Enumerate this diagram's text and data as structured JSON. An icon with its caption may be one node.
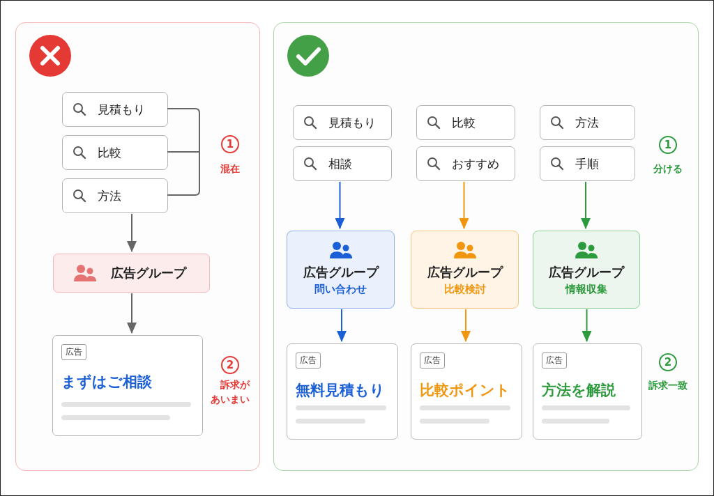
{
  "diagram": {
    "nodes": [
      {
        "text": [],
        "shape": "box"
      },
      {
        "text": [
          "見積もり"
        ],
        "in": 0
      },
      {
        "text": [
          "比較"
        ],
        "in": 0
      },
      {
        "text": [
          "方法"
        ],
        "in": 0
      },
      {
        "text": [
          "広告グループ"
        ],
        "in": 0
      },
      {
        "text": [
          "広告",
          "まずはご相談"
        ],
        "in": 0
      },
      {
        "text": [],
        "shape": "box"
      },
      {
        "text": [
          "見積もり"
        ],
        "in": 6
      },
      {
        "text": [
          "相談"
        ],
        "in": 6
      },
      {
        "text": [
          "比較"
        ],
        "in": 6
      },
      {
        "text": [
          "おすすめ"
        ],
        "in": 6
      },
      {
        "text": [
          "方法"
        ],
        "in": 6
      },
      {
        "text": [
          "手順"
        ],
        "in": 6
      },
      {
        "text": [
          "広告グループ",
          "問い合わせ"
        ],
        "in": 6
      },
      {
        "text": [
          "広告グループ",
          "比較検討"
        ],
        "in": 6
      },
      {
        "text": [
          "広告グループ",
          "情報収集"
        ],
        "in": 6
      },
      {
        "text": [
          "広告",
          "無料見積もり"
        ],
        "in": 6
      },
      {
        "text": [
          "広告",
          "比較ポイント"
        ],
        "in": 6
      },
      {
        "text": [
          "広告",
          "方法を解説"
        ],
        "in": 6
      }
    ],
    "edges": [
      {
        "from": 3,
        "to": 4,
        "arrow": "to",
        "color": "#666666"
      },
      {
        "from": 4,
        "to": 5,
        "arrow": "to",
        "color": "#666666"
      },
      {
        "from": 8,
        "to": 13,
        "arrow": "to",
        "color": "#1a5fd6"
      },
      {
        "from": 10,
        "to": 14,
        "arrow": "to",
        "color": "#f0960f"
      },
      {
        "from": 12,
        "to": 15,
        "arrow": "to",
        "color": "#2e9a3e"
      },
      {
        "from": 13,
        "to": 16,
        "arrow": "to",
        "color": "#1a5fd6"
      },
      {
        "from": 14,
        "to": 17,
        "arrow": "to",
        "color": "#f0960f"
      },
      {
        "from": 15,
        "to": 18,
        "arrow": "to",
        "color": "#2e9a3e"
      }
    ],
    "labels": [
      "1",
      "混在",
      "2",
      "訴求があいまい",
      "1",
      "分ける",
      "2",
      "訴求一致"
    ]
  }
}
